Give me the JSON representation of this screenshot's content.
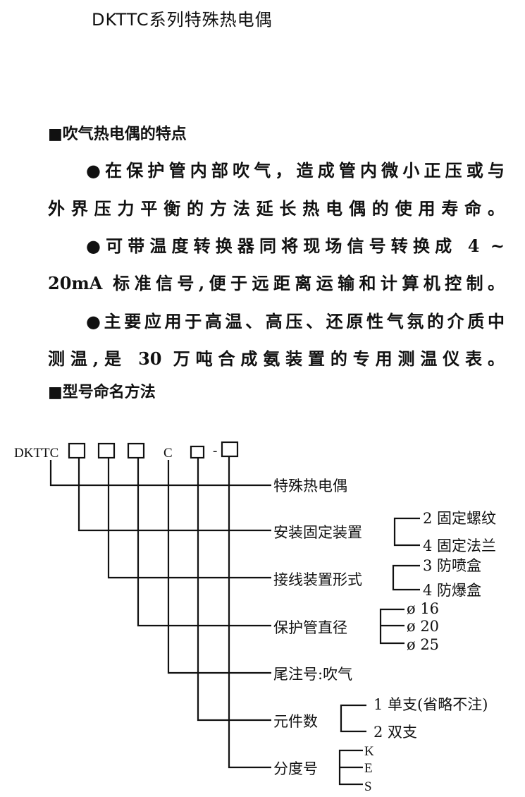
{
  "title": "DKTTC系列特殊热电偶",
  "section1": {
    "heading": "■吹气热电偶的特点",
    "lines": [
      "●在保护管内部吹气，造成管内微小正压或与",
      "外界压力平衡的方法延长热电偶的使用寿命。",
      "●可带温度转换器同将现场信号转换成 4 ~",
      "20mA 标准信号,便于远距离运输和计算机控制。",
      "●主要应用于高温、高压、还原性气氛的介质中",
      "测温,是 30 万吨合成氨装置的专用测温仪表。"
    ]
  },
  "section2": {
    "heading": "■型号命名方法"
  },
  "diagram": {
    "prefix": "DKTTC",
    "c_letter": "C",
    "dash": "-",
    "branches": [
      {
        "label": "特殊热电偶",
        "options": []
      },
      {
        "label": "安装固定装置",
        "options": [
          "2 固定螺纹",
          "4 固定法兰"
        ]
      },
      {
        "label": "接线装置形式",
        "options": [
          "3 防喷盒",
          "4 防爆盒"
        ]
      },
      {
        "label": "保护管直径",
        "options": [
          "ø 16",
          "ø 20",
          "ø 25"
        ]
      },
      {
        "label": "尾注号:吹气",
        "options": []
      },
      {
        "label": "元件数",
        "options": [
          "1 单支(省略不注)",
          "2 双支"
        ]
      },
      {
        "label": "分度号",
        "options": [
          "K",
          "E",
          "S"
        ]
      }
    ]
  }
}
